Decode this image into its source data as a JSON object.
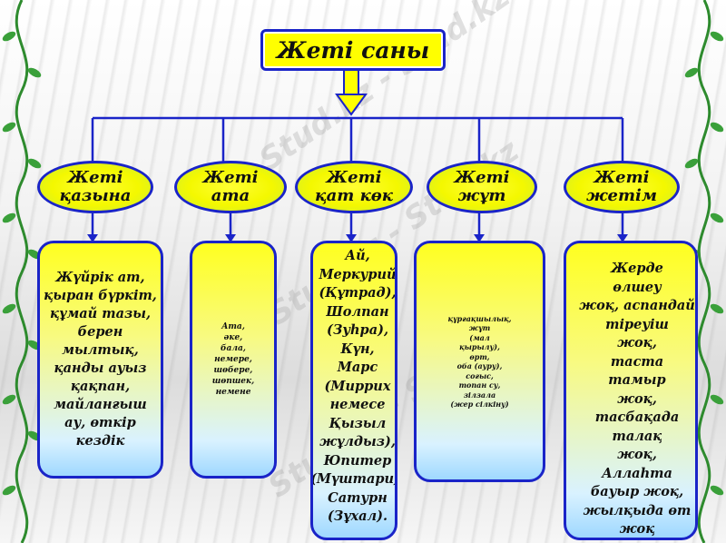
{
  "title": "Жеті саны",
  "categories": [
    {
      "label": "Жеті\nқазына",
      "content": "Жүйрік ат,\nқыран бүркіт,\nқұмай тазы,\nберен мылтық,\nқанды ауыз\nқақпан,\nмайланғыш\nау, өткір\nкездік"
    },
    {
      "label": "Жеті\nата",
      "content": "Ата,\nәке,\nбала,\nнемере,\nшөбере,\nшөпшек,\nнемене"
    },
    {
      "label": "Жеті\nқат көк",
      "content": "Ай,\nМеркурий\n(Құтрад),\nШолпан\n(Зуһра),\nКүн,\nМарс\n(Миррих\nнемесе\nҚызыл\nжұлдыз),\nЮпитер\n(Мүштари),\nСатурн\n(Зұхал)."
    },
    {
      "label": "Жеті\nжұт",
      "content": "құрғақшылық,\nжұт\n(мал\nқырылу),\nөрт,\nоба (ауру),\nсоғыс,\nтопан су,\nзілзала\n(жер сілкіну)"
    },
    {
      "label": "Жеті\nжетім",
      "content": "Жерде\nөлшеу\nжоқ, аспандай\nтіреуіш\nжоқ,\nтаста\nтамыр\nжоқ,\nтасбақада\nталақ\nжоқ,\nАллаһта\nбауыр жоқ,\nжылқыда өт жоқ"
    }
  ],
  "watermark": "Stud.kz - Stud.kz",
  "colors": {
    "accent": "#1a24c8",
    "title_bg": "#ffff00",
    "ornament": "#2e8b2e"
  }
}
